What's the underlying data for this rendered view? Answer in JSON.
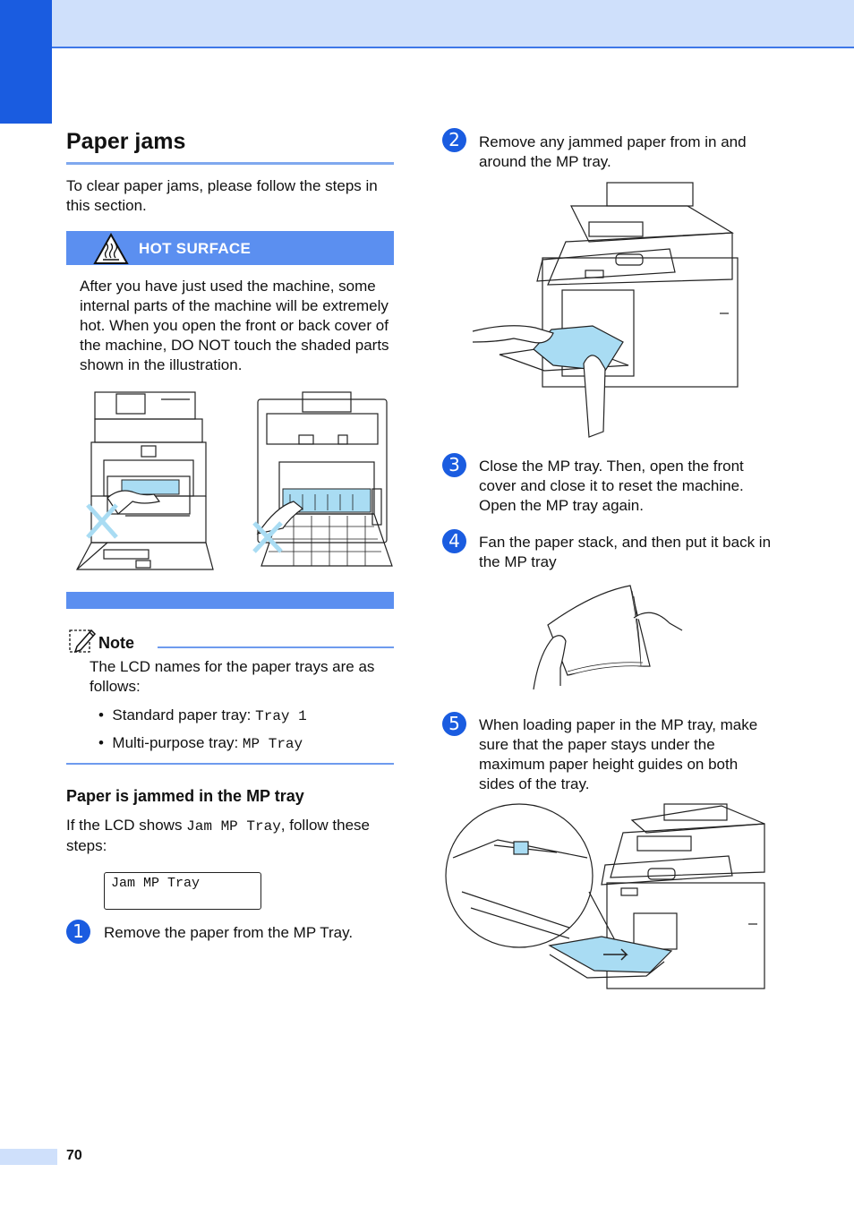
{
  "header": {
    "page_number": "70"
  },
  "section": {
    "title": "Paper jams",
    "intro": "To clear paper jams, please follow the steps in this section."
  },
  "hot_surface": {
    "label": "HOT SURFACE",
    "text": "After you have just used the machine, some internal parts of the machine will be extremely hot. When you open the front or back cover of the machine, DO NOT touch the shaded parts shown in the illustration."
  },
  "note": {
    "label": "Note",
    "text": "The LCD names for the paper trays are as follows:",
    "items": [
      {
        "label": "Standard paper tray: ",
        "value": "Tray 1"
      },
      {
        "label": "Multi-purpose tray: ",
        "value": "MP Tray"
      }
    ]
  },
  "subsection": {
    "title": "Paper is jammed in the MP tray",
    "intro_before": "If the LCD shows ",
    "intro_code": "Jam MP Tray",
    "intro_after": ", follow these steps:",
    "lcd_text": "Jam MP Tray"
  },
  "steps": [
    {
      "number": "1",
      "text": "Remove the paper from the MP Tray."
    },
    {
      "number": "2",
      "text": "Remove any jammed paper from in and around the MP tray."
    },
    {
      "number": "3",
      "text": "Close the MP tray. Then, open the front cover and close it to reset the machine. Open the MP tray again."
    },
    {
      "number": "4",
      "text": "Fan the paper stack, and then put it back in the MP tray"
    },
    {
      "number": "5",
      "text": "When loading paper in the MP tray, make sure that the paper stays under the maximum paper height guides on both sides of the tray."
    }
  ],
  "colors": {
    "accent": "#1a5ce0",
    "band": "#cfe0fb",
    "hot_surface_bar": "#5b8ff0",
    "paper_highlight": "#a9dcf3"
  }
}
